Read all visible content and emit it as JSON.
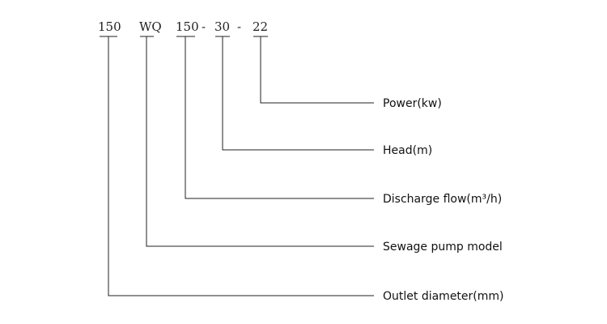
{
  "model_code": {
    "segments": [
      {
        "text": "150"
      },
      {
        "text": "WQ"
      },
      {
        "text": "150"
      },
      {
        "text": "30"
      },
      {
        "text": "22"
      }
    ],
    "separators": [
      "-",
      "-"
    ]
  },
  "labels": [
    {
      "text": "Power(kw)"
    },
    {
      "text": "Head(m)"
    },
    {
      "text": "Discharge flow(m³/h)"
    },
    {
      "text": "Sewage pump model"
    },
    {
      "text": "Outlet diameter(mm)"
    }
  ],
  "colors": {
    "line": "#222222",
    "text": "#111111",
    "background": "#ffffff"
  }
}
